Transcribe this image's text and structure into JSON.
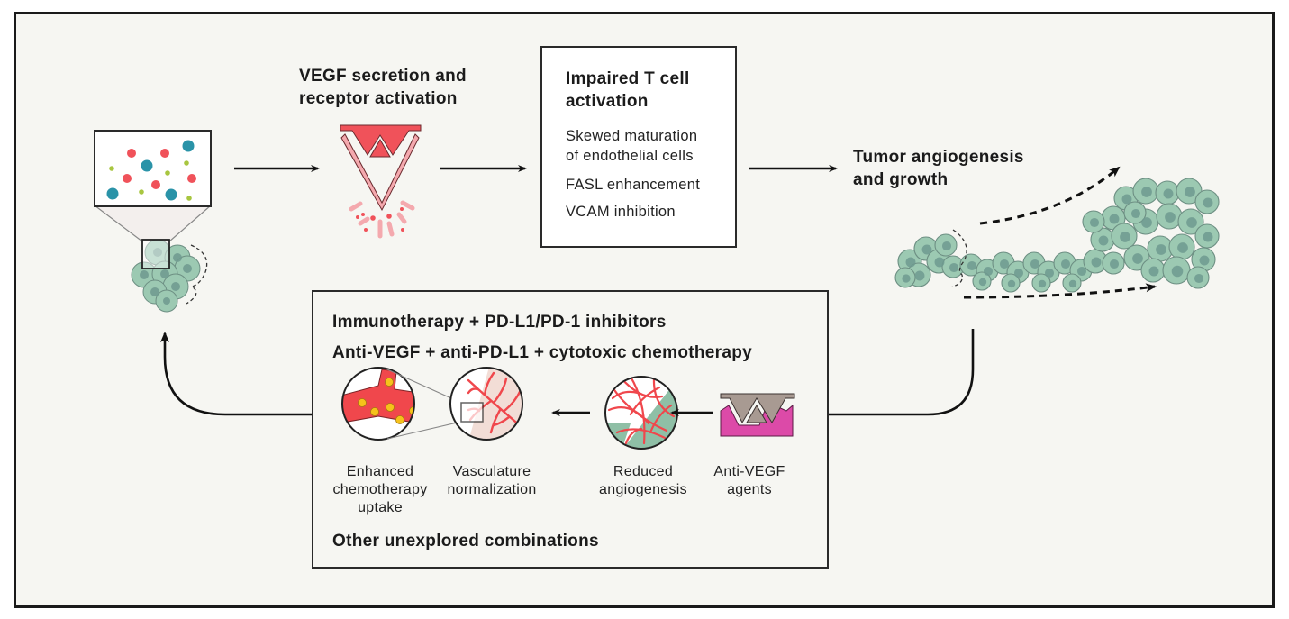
{
  "diagram": {
    "type": "cycle-flow",
    "stages": {
      "vegf": {
        "title_line1": "VEGF secretion and",
        "title_line2": "receptor activation"
      },
      "tcell": {
        "title_line1": "Impaired T cell",
        "title_line2": "activation",
        "items": [
          {
            "line1": "Skewed maturation",
            "line2": "of endothelial cells"
          },
          {
            "line1": "FASL enhancement"
          },
          {
            "line1": "VCAM inhibition"
          }
        ]
      },
      "tumor": {
        "title_line1": "Tumor angiogenesis",
        "title_line2": "and growth"
      }
    },
    "therapy_box": {
      "headings": [
        "Immunotherapy + PD-L1/PD-1 inhibitors",
        "Anti-VEGF + anti-PD-L1 + cytotoxic chemotherapy"
      ],
      "steps": [
        {
          "id": "uptake",
          "line1": "Enhanced",
          "line2": "chemotherapy",
          "line3": "uptake"
        },
        {
          "id": "normalization",
          "line1": "Vasculature",
          "line2": "normalization"
        },
        {
          "id": "reduced",
          "line1": "Reduced",
          "line2": "angiogenesis"
        },
        {
          "id": "antivegf",
          "line1": "Anti-VEGF",
          "line2": "agents"
        }
      ],
      "footer": "Other unexplored combinations"
    },
    "colors": {
      "background": "#f6f6f2",
      "vegf_red": "#f0525a",
      "vegf_pink": "#f4a9ae",
      "cell_green": "#9cc9b2",
      "cell_nucleus": "#6f9a8f",
      "particle_blue": "#2a93a8",
      "particle_green": "#a8c640",
      "vessel_red": "#f0474c",
      "chemo_yellow": "#f6c21a",
      "antivegf_magenta": "#dc4aa8",
      "antivegf_taupe": "#a89a92"
    }
  }
}
